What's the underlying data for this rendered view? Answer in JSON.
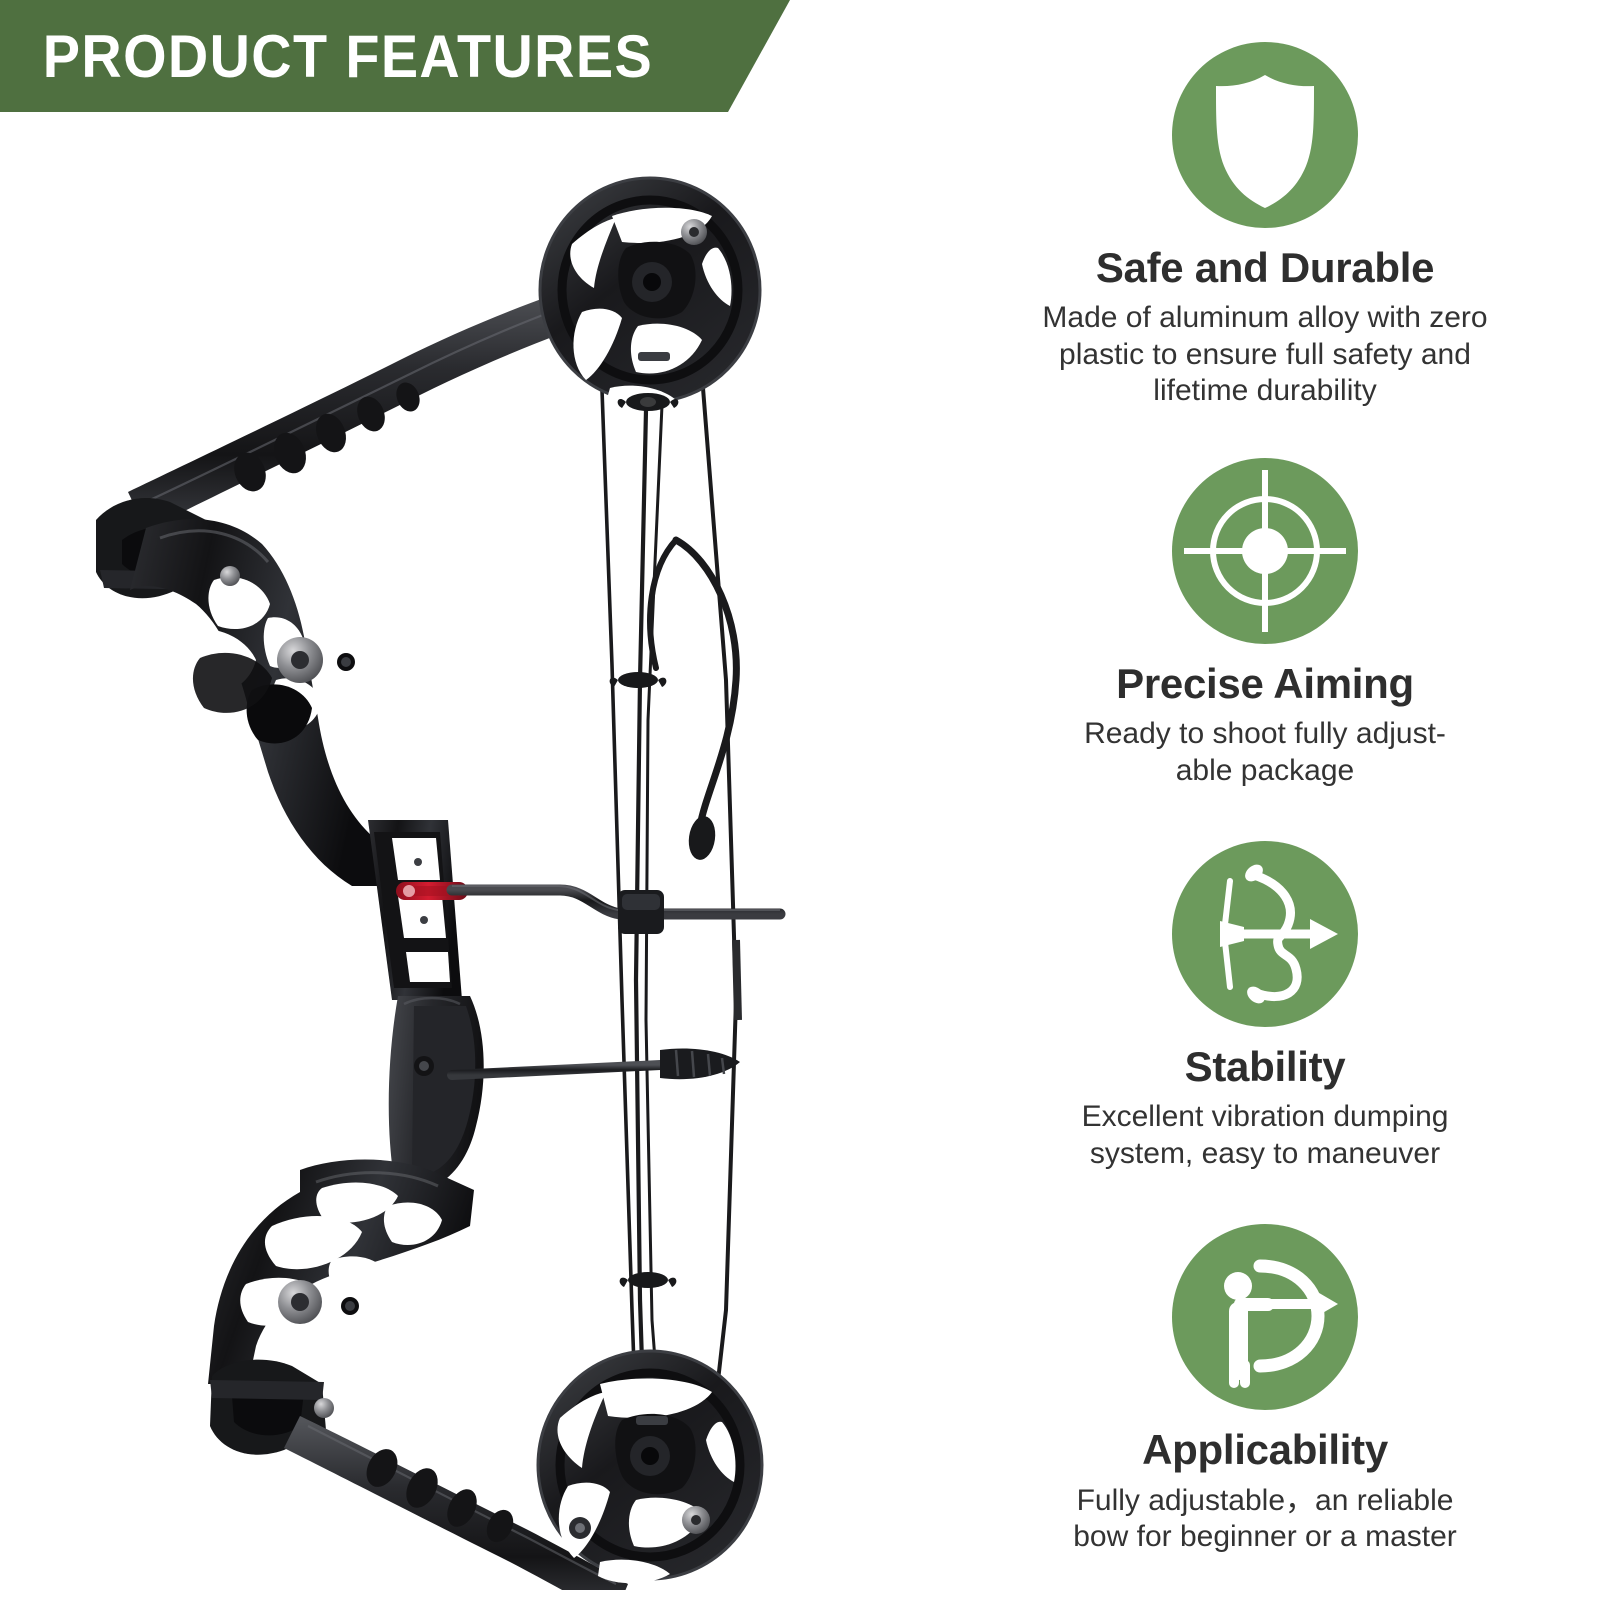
{
  "banner": {
    "title": "PRODUCT FEATURES",
    "bg_color": "#4F7040",
    "text_color": "#FFFFFF"
  },
  "theme": {
    "accent_green": "#6C9A5C",
    "banner_green": "#4F7040",
    "heading_color": "#2E2E2E",
    "body_color": "#333333",
    "background": "#FFFFFF",
    "product_black": "#1E1E20",
    "logo_red": "#C0152B"
  },
  "product": {
    "name": "compound-bow",
    "description": "Black aluminum alloy compound bow with dual cams, skeletonized riser, ergonomic grip, stabilizer rod and bowstring with peep sight"
  },
  "features": [
    {
      "icon": "shield-icon",
      "title": "Safe and Durable",
      "desc_lines": [
        "Made of aluminum alloy with zero",
        "plastic to ensure full safety and",
        "lifetime durability"
      ]
    },
    {
      "icon": "crosshair-target-icon",
      "title": "Precise Aiming",
      "desc_lines": [
        "Ready to shoot fully adjust-",
        "able package"
      ]
    },
    {
      "icon": "bow-and-arrow-icon",
      "title": "Stability",
      "desc_lines": [
        "Excellent vibration dumping",
        "system, easy to maneuver"
      ]
    },
    {
      "icon": "archer-figure-icon",
      "title": "Applicability",
      "desc_lines": [
        "Fully adjustable，an reliable",
        "bow for beginner or a master"
      ]
    }
  ]
}
